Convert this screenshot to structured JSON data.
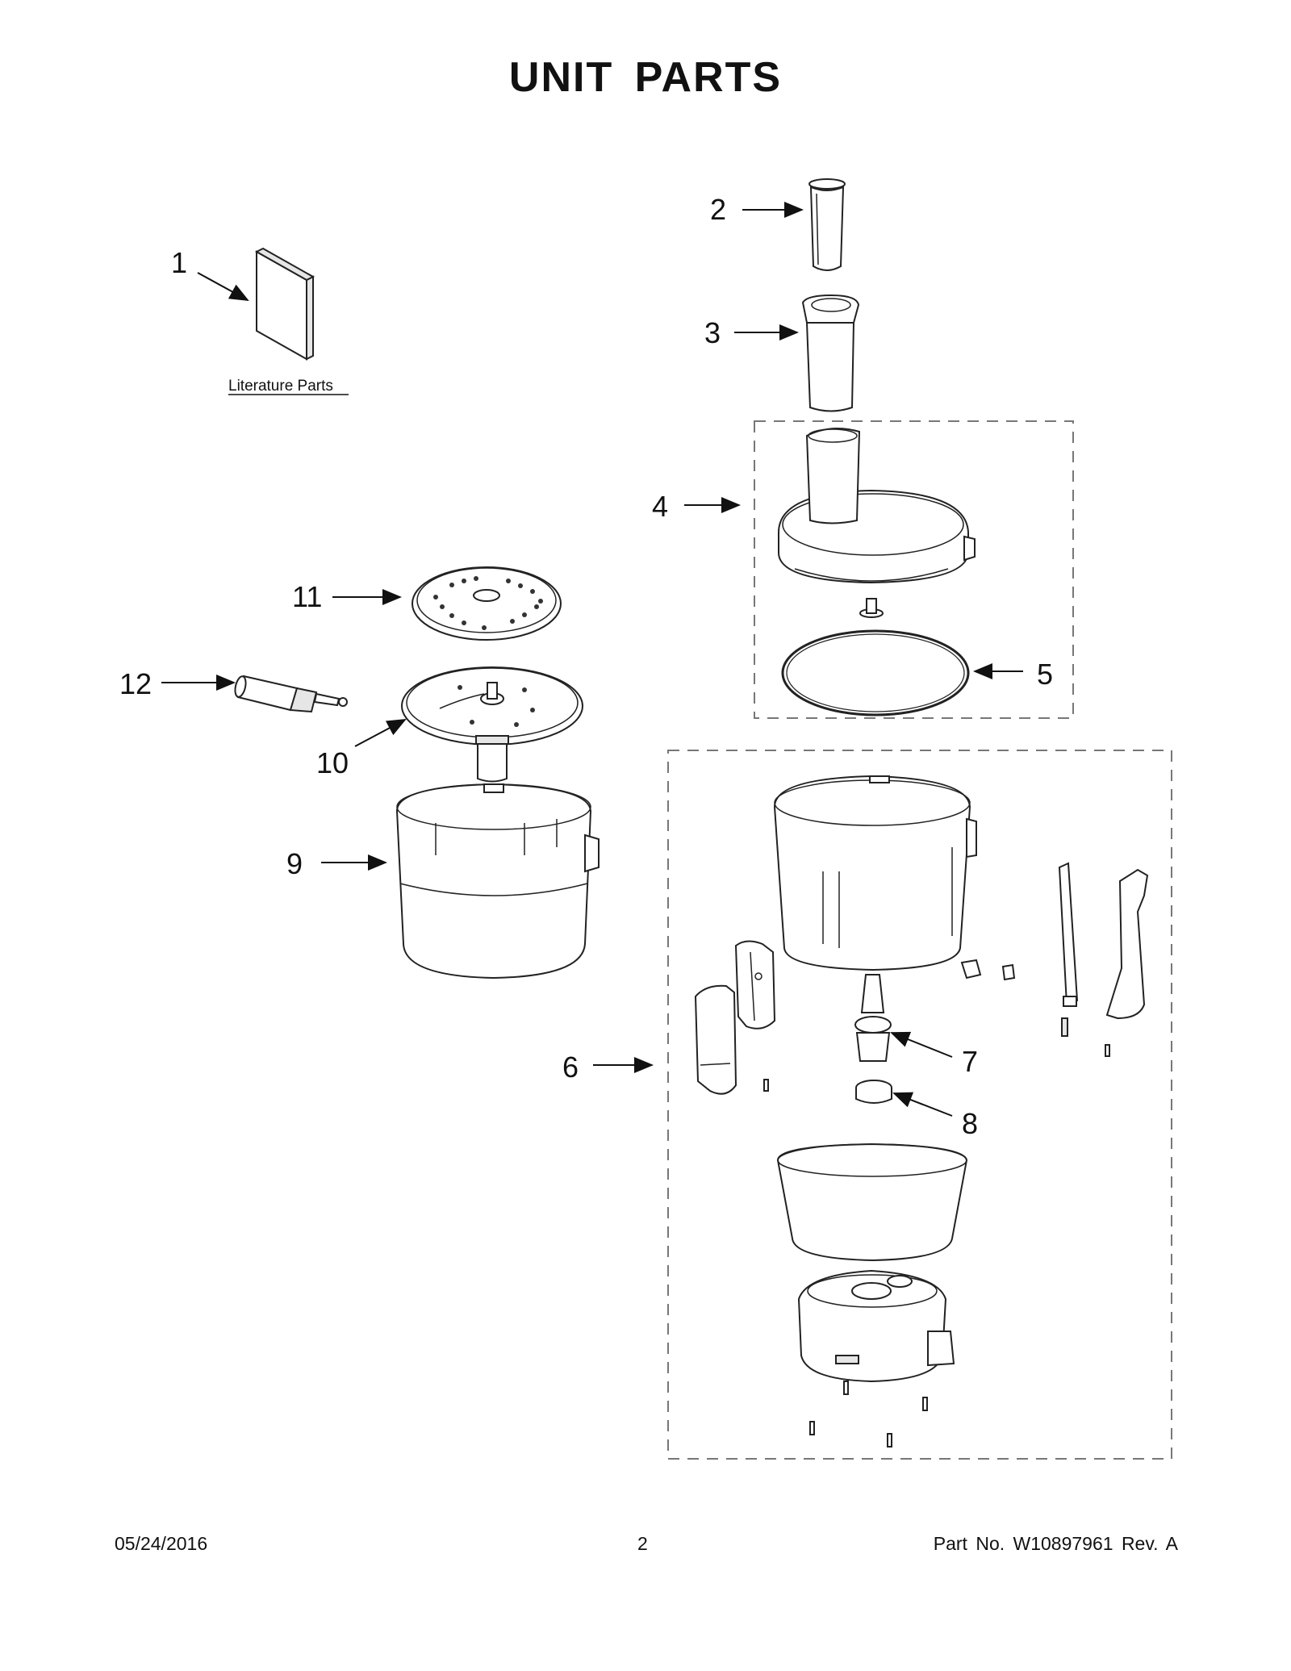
{
  "title": "UNIT PARTS",
  "literature_label": "Literature Parts",
  "callouts": [
    "1",
    "2",
    "3",
    "4",
    "5",
    "6",
    "7",
    "8",
    "9",
    "10",
    "11",
    "12"
  ],
  "footer": {
    "date": "05/24/2016",
    "page": "2",
    "part_number": "Part No.  W10897961  Rev.  A"
  }
}
